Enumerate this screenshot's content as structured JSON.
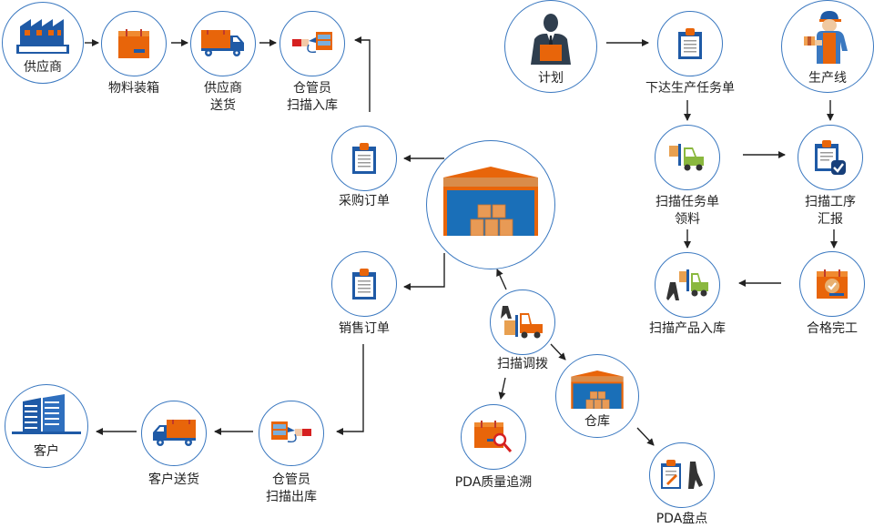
{
  "nodes": {
    "supplier": {
      "label": "供应商"
    },
    "boxing": {
      "label": "物料装箱"
    },
    "supplier_delivery": {
      "line1": "供应商",
      "line2": "送货"
    },
    "clerk_in": {
      "line1": "仓管员",
      "line2": "扫描入库"
    },
    "plan": {
      "label": "计划"
    },
    "issue_task": {
      "label": "下达生产任务单"
    },
    "production_line": {
      "label": "生产线"
    },
    "purchase_order": {
      "label": "采购订单"
    },
    "warehouse_main": {
      "label": ""
    },
    "scan_task": {
      "line1": "扫描任务单",
      "line2": "领料"
    },
    "scan_process": {
      "line1": "扫描工序",
      "line2": "汇报"
    },
    "sales_order": {
      "label": "销售订单"
    },
    "scan_product_in": {
      "label": "扫描产品入库"
    },
    "qualified": {
      "label": "合格完工"
    },
    "scan_transfer": {
      "label": "扫描调拨"
    },
    "warehouse": {
      "label": "仓库"
    },
    "pda_trace": {
      "label": "PDA质量追溯"
    },
    "pda_inventory": {
      "label": "PDA盘点"
    },
    "customer": {
      "label": "客户"
    },
    "customer_delivery": {
      "label": "客户送货"
    },
    "clerk_out": {
      "line1": "仓管员",
      "line2": "扫描出库"
    }
  },
  "colors": {
    "circle_border": "#3a78c0",
    "orange": "#e8650a",
    "blue": "#1f5aa6",
    "arrow": "#222222"
  }
}
